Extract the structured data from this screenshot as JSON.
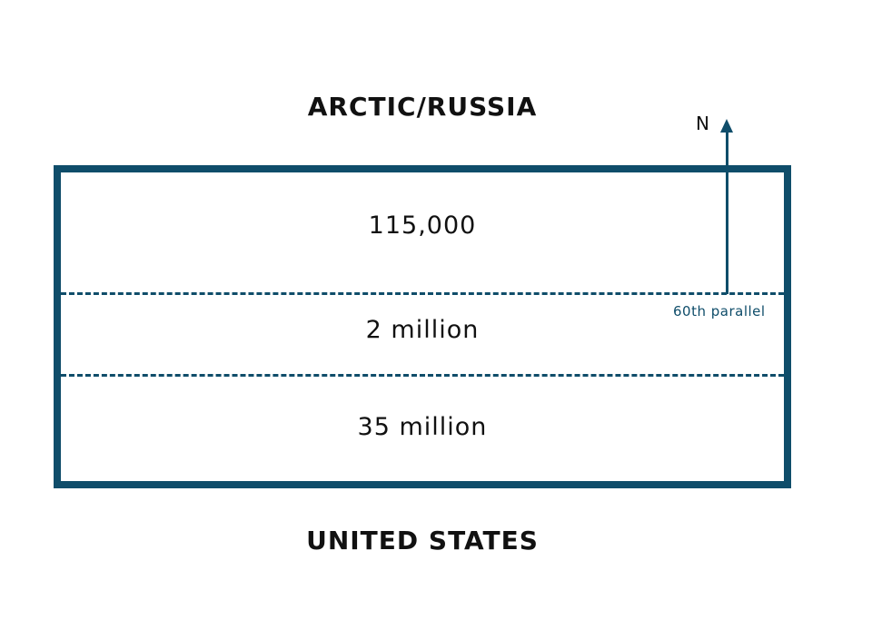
{
  "regions": {
    "north": "ARCTIC/RUSSIA",
    "south": "UNITED STATES"
  },
  "bands": [
    {
      "value": "115,000"
    },
    {
      "value": "2 million"
    },
    {
      "value": "35 million"
    }
  ],
  "compass": {
    "label": "N"
  },
  "parallel": {
    "label": "60th parallel"
  },
  "colors": {
    "accent": "#0f4d6a",
    "text": "#111111",
    "background": "#ffffff"
  }
}
